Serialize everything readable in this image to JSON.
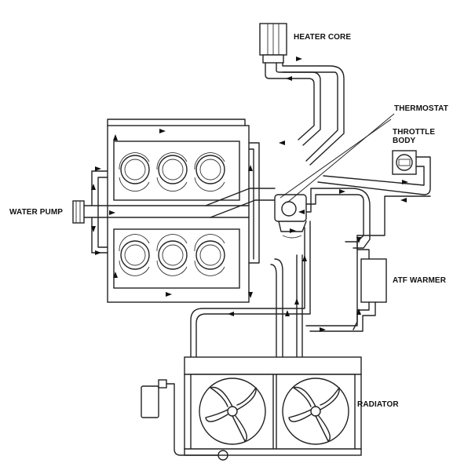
{
  "labels": {
    "heater_core": "HEATER CORE",
    "thermostat": "THERMOSTAT",
    "throttle_body_line1": "THROTTLE",
    "throttle_body_line2": "BODY",
    "water_pump": "WATER PUMP",
    "atf_warmer": "ATF WARMER",
    "radiator": "RADIATOR"
  },
  "icons": [
    "heater-core-icon",
    "thermostat-icon",
    "throttle-body-icon",
    "water-pump-icon",
    "atf-warmer-icon",
    "radiator-icon",
    "radiator-fan-icon",
    "reserve-tank-icon",
    "flow-arrow-icon"
  ]
}
